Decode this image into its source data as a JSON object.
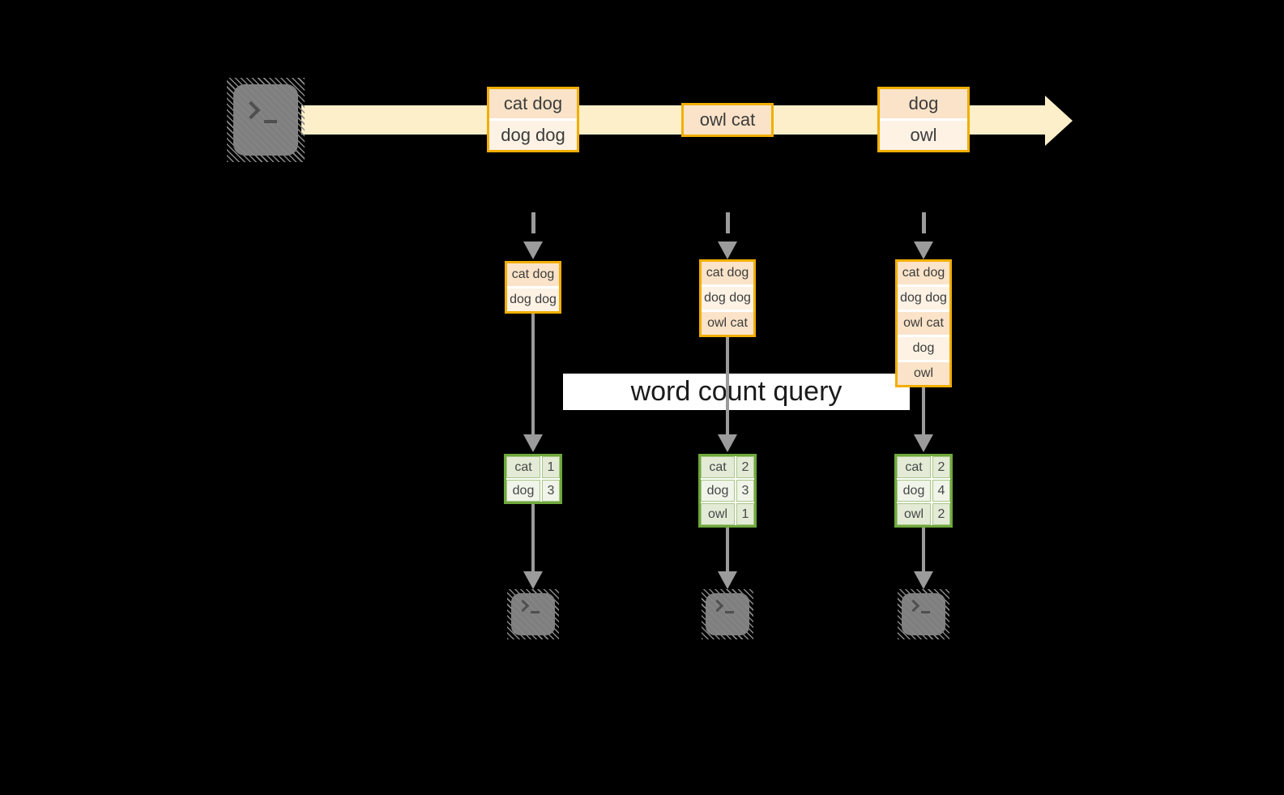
{
  "label": {
    "text": "word count query"
  },
  "colors": {
    "background": "#000000",
    "stream_band": "#FCEFC9",
    "event_border": "#F1AE00",
    "event_fill_dark": "#FAE3C8",
    "event_fill_light": "#FDF2E4",
    "table_border": "#6EA83C",
    "table_fill_dark": "#E3EBD6",
    "table_fill_light": "#F0F4E9",
    "arrow_gray": "#9B9B9B",
    "terminal_gray": "#7F7F7F",
    "label_bg": "#FFFFFF"
  },
  "timeline": {
    "source_icon": "terminal-icon",
    "events": [
      {
        "lines": [
          "cat dog",
          "dog dog"
        ]
      },
      {
        "lines": [
          "owl cat"
        ]
      },
      {
        "lines": [
          "dog",
          "owl"
        ]
      }
    ]
  },
  "columns": [
    {
      "buffer": [
        "cat dog",
        "dog dog"
      ],
      "counts": [
        {
          "word": "cat",
          "count": "1"
        },
        {
          "word": "dog",
          "count": "3"
        }
      ],
      "sink_icon": "terminal-icon"
    },
    {
      "buffer": [
        "cat dog",
        "dog dog",
        "owl cat"
      ],
      "counts": [
        {
          "word": "cat",
          "count": "2"
        },
        {
          "word": "dog",
          "count": "3"
        },
        {
          "word": "owl",
          "count": "1"
        }
      ],
      "sink_icon": "terminal-icon"
    },
    {
      "buffer": [
        "cat dog",
        "dog dog",
        "owl cat",
        "dog",
        "owl"
      ],
      "counts": [
        {
          "word": "cat",
          "count": "2"
        },
        {
          "word": "dog",
          "count": "4"
        },
        {
          "word": "owl",
          "count": "2"
        }
      ],
      "sink_icon": "terminal-icon"
    }
  ]
}
